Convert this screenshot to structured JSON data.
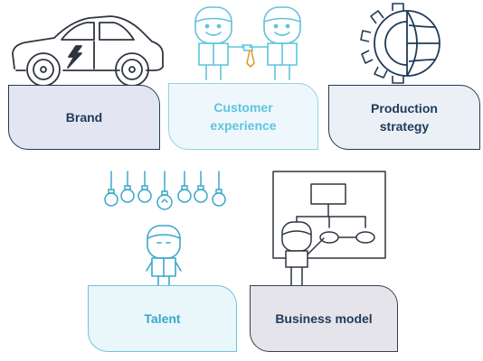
{
  "cards": {
    "brand": {
      "label": "Brand"
    },
    "customer": {
      "line1": "Customer",
      "line2": "experience"
    },
    "production": {
      "line1": "Production",
      "line2": "strategy"
    },
    "talent": {
      "label": "Talent"
    },
    "business": {
      "label": "Business model"
    }
  },
  "icons": [
    "car-icon",
    "handshake-icon",
    "gear-globe-icon",
    "lightbulbs-icon",
    "person-icon",
    "whiteboard-presenter-icon"
  ],
  "colors": {
    "dark": "#1f3a58",
    "cyan": "#5fc3de",
    "light_cyan": "#8ed4e8"
  }
}
